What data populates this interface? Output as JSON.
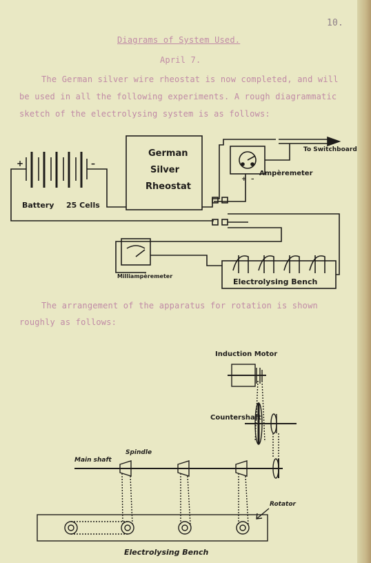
{
  "page": {
    "number": "10.",
    "title": "Diagrams of System Used.",
    "date": "April 7."
  },
  "paragraph1": {
    "lines": [
      "The German silver wire rheostat is now completed, and will",
      "be used in all the following experiments. A rough diagrammatic",
      "sketch of the electrolysing system is as follows:"
    ]
  },
  "paragraph2": {
    "lines": [
      "The arrangement of the apparatus for rotation is shown",
      "roughly as follows:"
    ]
  },
  "circuit_diagram": {
    "rheostat_lines": [
      "German",
      "Silver",
      "Rheostat"
    ],
    "battery_label": "Battery",
    "cells_label": "25 Cells",
    "ammeter_label": "Ampèremeter",
    "switchboard_label": "To Switchboard",
    "milliammeter_label": "Milliampèremeter",
    "bench_label": "Electrolysing  Bench",
    "plus": "+",
    "minus": "–"
  },
  "rotation_diagram": {
    "motor_label": "Induction Motor",
    "countershaft_label": "Countershaft",
    "mainshaft_label": "Main shaft",
    "spindle_label": "Spindle",
    "rotator_label": "Rotator",
    "bench_label": "Electrolysing  Bench"
  }
}
